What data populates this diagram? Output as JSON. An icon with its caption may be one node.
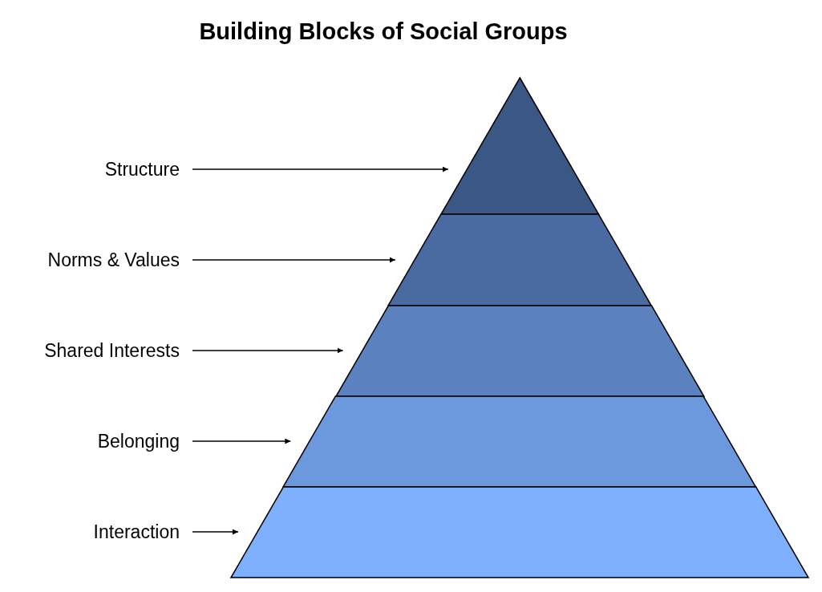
{
  "diagram": {
    "title": "Building Blocks of Social Groups",
    "nodes": [
      {
        "text": [
          "Structure"
        ]
      },
      {
        "text": [
          "Norms & Values"
        ]
      },
      {
        "text": [
          "Shared Interests"
        ]
      },
      {
        "text": [
          "Belonging"
        ]
      },
      {
        "text": [
          "Interaction"
        ]
      },
      {
        "text": [],
        "shape": "triangle"
      },
      {
        "text": [],
        "shape": "trapezoid"
      },
      {
        "text": [],
        "shape": "trapezoid"
      },
      {
        "text": [],
        "shape": "trapezoid"
      },
      {
        "text": [],
        "shape": "trapezoid"
      }
    ],
    "edges": [
      {
        "from": 0,
        "to": 5,
        "arrow": "to"
      },
      {
        "from": 1,
        "to": 6,
        "arrow": "to"
      },
      {
        "from": 2,
        "to": 7,
        "arrow": "to"
      },
      {
        "from": 3,
        "to": 8,
        "arrow": "to"
      },
      {
        "from": 4,
        "to": 9,
        "arrow": "to"
      }
    ]
  }
}
